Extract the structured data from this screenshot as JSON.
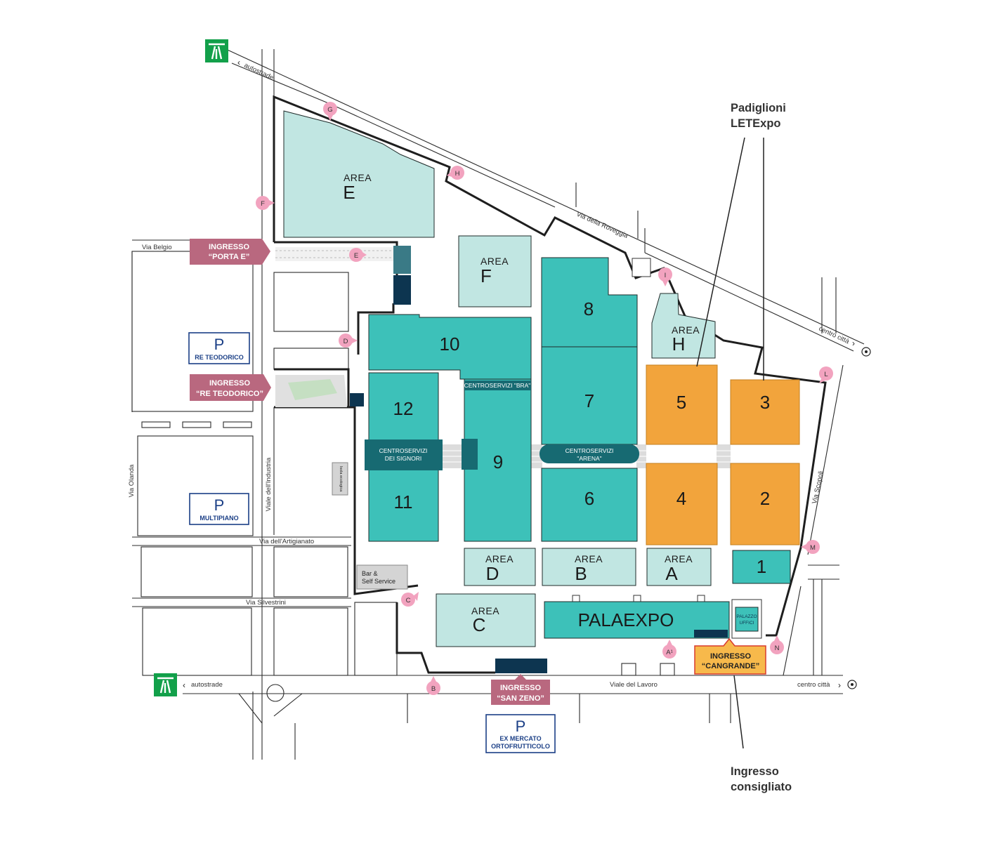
{
  "map": {
    "callouts": {
      "pavilions_line1": "Padiglioni",
      "pavilions_line2": "LETExpo",
      "recommended_line1": "Ingresso",
      "recommended_line2": "consigliato"
    },
    "roads": {
      "via_belgio": "Via Belgio",
      "via_olanda": "Via Olanda",
      "viale_industria": "Viale dell'Industria",
      "via_artigianato": "Via dell'Artigianato",
      "via_silvestrini": "Via Silvestrini",
      "viale_lavoro": "Viale del Lavoro",
      "via_roveggia": "Via della Roveggia",
      "via_scopoli": "Via Scopoli",
      "autostrade_top": "autostrade",
      "autostrade_bottom": "autostrade",
      "centro_citta_right": "centro città",
      "centro_citta_bottom": "centro città"
    },
    "areas": {
      "area_word": "AREA",
      "e": "E",
      "f": "F",
      "h": "H",
      "d": "D",
      "b": "B",
      "a": "A",
      "c": "C"
    },
    "halls": {
      "h1": "1",
      "h2": "2",
      "h3": "3",
      "h4": "4",
      "h5": "5",
      "h6": "6",
      "h7": "7",
      "h8": "8",
      "h9": "9",
      "h10": "10",
      "h11": "11",
      "h12": "12",
      "palaexpo": "PALAEXPO",
      "palazzo_l1": "PALAZZO",
      "palazzo_l2": "UFFICI"
    },
    "service_centers": {
      "bra": "CENTROSERVIZI \"BRA\"",
      "signori_l1": "CENTROSERVIZI",
      "signori_l2": "DEI SIGNORI",
      "arena_l1": "CENTROSERVIZI",
      "arena_l2": "\"ARENA\""
    },
    "entrances": {
      "porta_e_l1": "INGRESSO",
      "porta_e_l2": "“PORTA E”",
      "re_teodorico_l1": "INGRESSO",
      "re_teodorico_l2": "“RE TEODORICO”",
      "san_zeno_l1": "INGRESSO",
      "san_zeno_l2": "“SAN ZENO”",
      "cangrande_l1": "INGRESSO",
      "cangrande_l2": "“CANGRANDE”"
    },
    "parking": {
      "p": "P",
      "re_teodorico": "RE TEODORICO",
      "multipiano": "MULTIPIANO",
      "ex_mercato_l1": "EX MERCATO",
      "ex_mercato_l2": "ORTOFRUTTICOLO"
    },
    "misc": {
      "bar_l1": "Bar &",
      "bar_l2": "Self Service",
      "isola": "Isola ecologica"
    },
    "gates": {
      "a1": "A¹",
      "b": "B",
      "c": "C",
      "d": "D",
      "e": "E",
      "f": "F",
      "g": "G",
      "h": "H",
      "i": "I",
      "l": "L",
      "m": "M",
      "n": "N"
    },
    "colors": {
      "teal_hall": "#3dc1b9",
      "light_area": "#c1e6e2",
      "orange_hall": "#f2a43c",
      "entrance_pink": "#b9687f",
      "gate_pin": "#f2a3bf",
      "parking_blue": "#1b3f86",
      "motorway_green": "#12a04a"
    }
  }
}
